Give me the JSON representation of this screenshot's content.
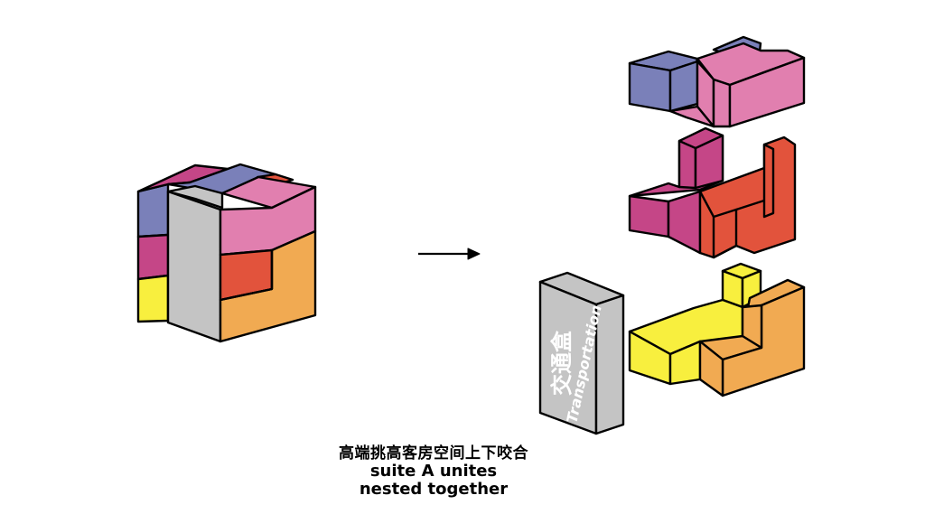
{
  "colors": {
    "blue": "#7a80b9",
    "pink": "#e17faf",
    "magenta": "#c54687",
    "red": "#e2533c",
    "orange": "#f1aa52",
    "yellow": "#f8ef3e",
    "gray": "#c4c4c4",
    "outline": "#000000"
  },
  "transport_label": {
    "chinese": "交通盒",
    "english": "Transportation"
  },
  "caption": {
    "chinese": "高端挑高客房空间上下咬合",
    "english_line1": "suite A unites",
    "english_line2": "nested together"
  },
  "arrow_icon": "right-arrow-icon"
}
